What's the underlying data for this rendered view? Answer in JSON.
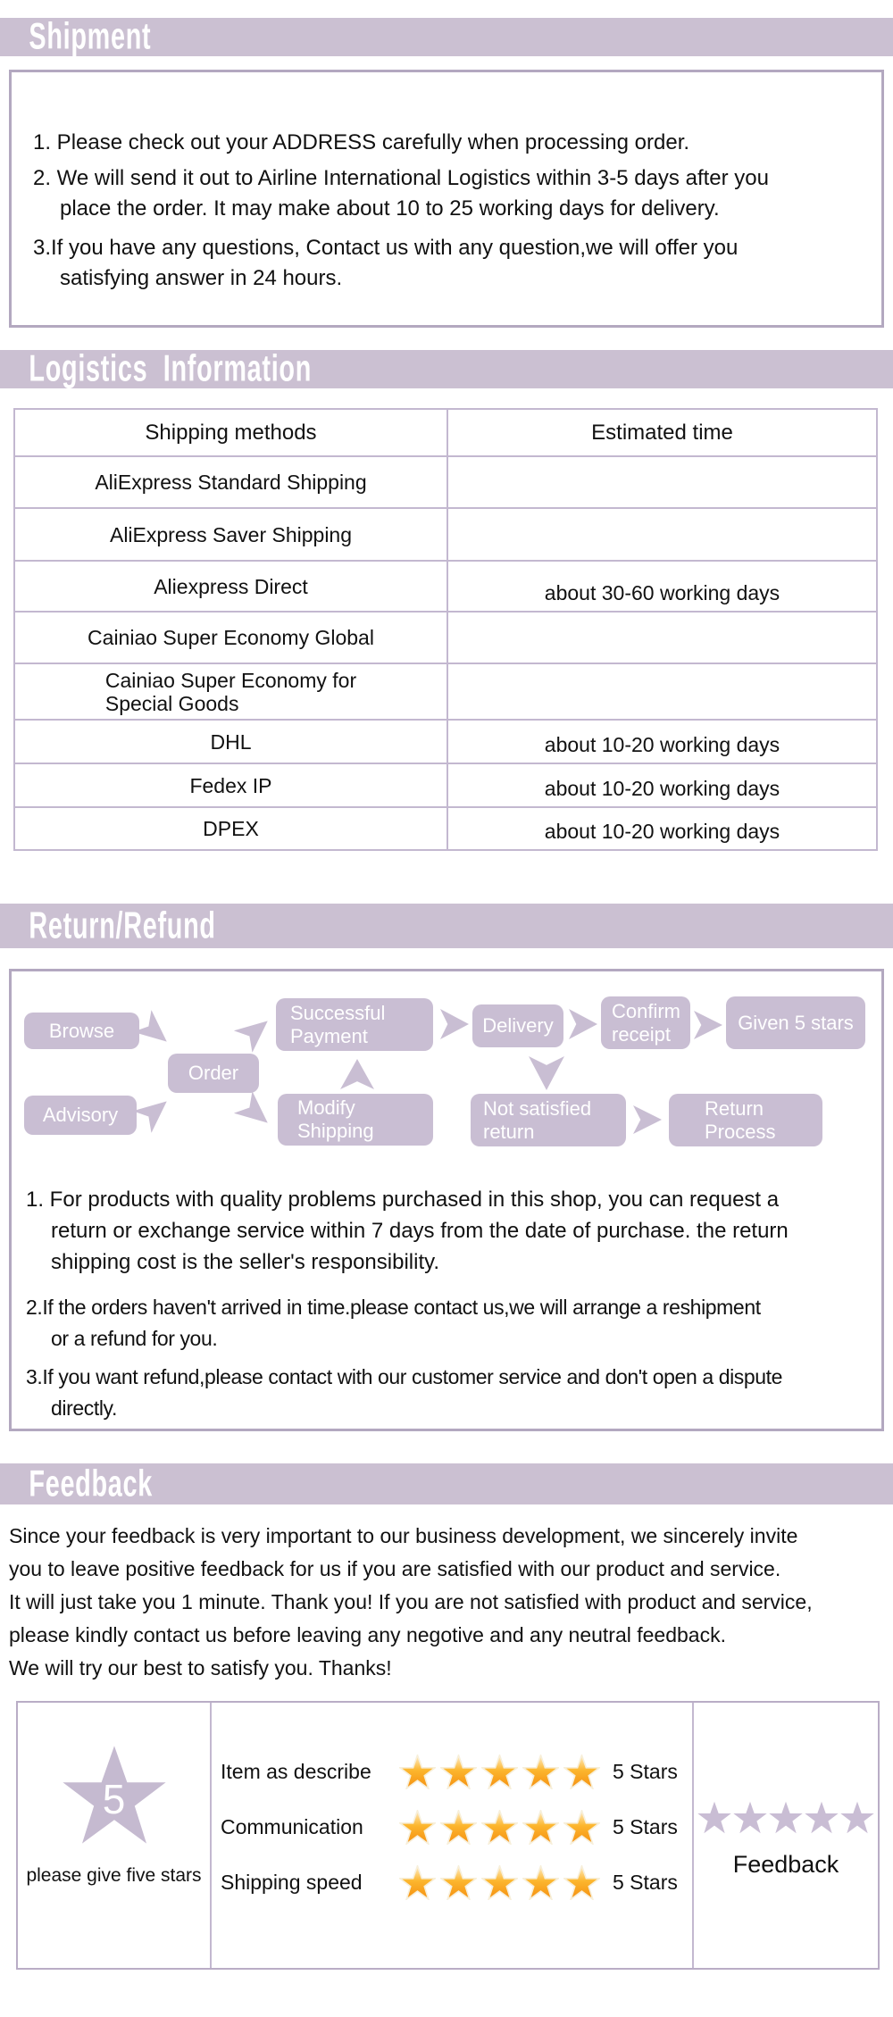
{
  "shipment": {
    "title": "Shipment",
    "items": [
      "1. Please check out your ADDRESS carefully when processing order.",
      "2. We will send it out to Airline International Logistics within 3-5 days after you\nplace the order. It may make about 10 to 25 working days for delivery.",
      "3.If you have any questions, Contact us with any question,we will offer you\nsatisfying answer in 24 hours."
    ]
  },
  "logistics": {
    "title": "Logistics  Information",
    "table": {
      "headers": [
        "Shipping methods",
        "Estimated time"
      ],
      "rows": [
        {
          "method": "AliExpress Standard Shipping",
          "time": ""
        },
        {
          "method": "AliExpress Saver Shipping",
          "time": ""
        },
        {
          "method": "Aliexpress Direct",
          "time": "about 30-60 working days"
        },
        {
          "method": "Cainiao Super Economy Global",
          "time": ""
        },
        {
          "method": "Cainiao Super Economy for\nSpecial Goods",
          "time": ""
        },
        {
          "method": "DHL",
          "time": "about 10-20 working days"
        },
        {
          "method": "Fedex IP",
          "time": "about 10-20 working days"
        },
        {
          "method": "DPEX",
          "time": "about 10-20 working days"
        }
      ]
    }
  },
  "returns": {
    "title": "Return/Refund",
    "flow": {
      "browse": "Browse",
      "order": "Order",
      "advisory": "Advisory",
      "successful_payment": "Successful\nPayment",
      "modify_shipping": "Modify\nShipping",
      "delivery": "Delivery",
      "confirm_receipt": "Confirm\nreceipt",
      "given_5_stars": "Given 5 stars",
      "not_satisfied_return": "Not satisfied\nreturn",
      "return_process": "Return\nProcess"
    },
    "items": [
      "1. For products with quality problems purchased in this shop, you can request a\nreturn or exchange service within 7 days from the date of purchase. the return\nshipping cost is the seller's responsibility.",
      "2.If the orders haven't arrived in time.please contact us,we will arrange a reshipment\nor a refund for you.",
      "3.If you want refund,please contact with our customer service and don't open a dispute\ndirectly."
    ]
  },
  "feedback": {
    "title": "Feedback",
    "paragraph": "Since your feedback is very important to our business development, we sincerely invite\nyou to leave positive feedback for us if you are satisfied with our product and service.\nIt will just take you 1 minute. Thank you! If you are not satisfied with product and service,\nplease kindly contact us before leaving any negotive and any neutral feedback.\nWe will try our best to satisfy you. Thanks!",
    "panel": {
      "big_star_value": "5",
      "caption": "please give five stars",
      "rows": [
        {
          "label": "Item as describe",
          "rating": "5 Stars"
        },
        {
          "label": "Communication",
          "rating": "5 Stars"
        },
        {
          "label": "Shipping speed",
          "rating": "5 Stars"
        }
      ],
      "right_label": "Feedback"
    }
  },
  "colors": {
    "banner_lavender": "#cbc0d2",
    "flow_lavender": "#c9bed3",
    "gold_star_top": "#ffeaa6",
    "gold_star_bottom": "#f6921e"
  }
}
